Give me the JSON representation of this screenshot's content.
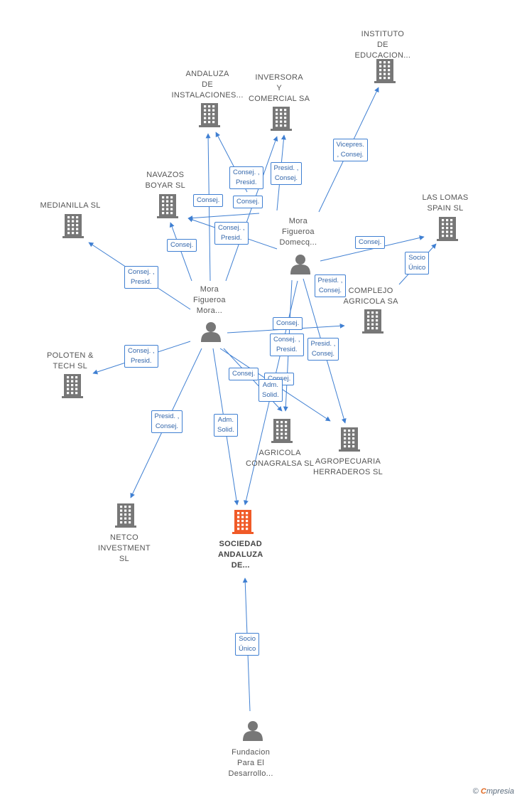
{
  "colors": {
    "edge": "#3f7fd2",
    "building": "#777777",
    "center": "#f05a28",
    "person": "#777777"
  },
  "nodes": [
    {
      "id": "instituto",
      "type": "building",
      "lines": [
        "INSTITUTO",
        "DE",
        "EDUCACION..."
      ],
      "label_pos": "above"
    },
    {
      "id": "andaluza-inst",
      "type": "building",
      "lines": [
        "ANDALUZA",
        "DE",
        "INSTALACIONES..."
      ],
      "label_pos": "above"
    },
    {
      "id": "inversora",
      "type": "building",
      "lines": [
        "INVERSORA",
        "Y",
        "COMERCIAL SA"
      ],
      "label_pos": "above"
    },
    {
      "id": "navazos",
      "type": "building",
      "lines": [
        "NAVAZOS",
        "BOYAR SL"
      ],
      "label_pos": "above"
    },
    {
      "id": "medianilla",
      "type": "building",
      "lines": [
        "MEDIANILLA SL"
      ],
      "label_pos": "above"
    },
    {
      "id": "las-lomas",
      "type": "building",
      "lines": [
        "LAS LOMAS",
        "SPAIN  SL"
      ],
      "label_pos": "above"
    },
    {
      "id": "complejo",
      "type": "building",
      "lines": [
        "COMPLEJO",
        "AGRICOLA SA"
      ],
      "label_pos": "above"
    },
    {
      "id": "poloten",
      "type": "building",
      "lines": [
        "POLOTEN &",
        "TECH  SL"
      ],
      "label_pos": "above"
    },
    {
      "id": "conagralsa",
      "type": "building",
      "lines": [
        "AGRICOLA",
        "CONAGRALSA SL"
      ],
      "label_pos": "below"
    },
    {
      "id": "herraderos",
      "type": "building",
      "lines": [
        "AGROPECUARIA",
        "HERRADEROS SL"
      ],
      "label_pos": "below"
    },
    {
      "id": "netco",
      "type": "building",
      "lines": [
        "NETCO",
        "INVESTMENT",
        "SL"
      ],
      "label_pos": "below"
    },
    {
      "id": "sociedad",
      "type": "center",
      "lines": [
        "SOCIEDAD",
        "ANDALUZA",
        "DE..."
      ],
      "label_pos": "below"
    },
    {
      "id": "mora-domecq",
      "type": "person",
      "lines": [
        "Mora",
        "Figueroa",
        "Domecq..."
      ],
      "label_pos": "above"
    },
    {
      "id": "mora-mora",
      "type": "person",
      "lines": [
        "Mora",
        "Figueroa",
        "Mora..."
      ],
      "label_pos": "above"
    },
    {
      "id": "fundacion",
      "type": "person",
      "lines": [
        "Fundacion",
        "Para El",
        "Desarrollo..."
      ],
      "label_pos": "below"
    }
  ],
  "edges": [
    {
      "label": [
        "Vicepres.",
        ", Consej."
      ]
    },
    {
      "label": [
        "Consej. ,",
        "Presid."
      ]
    },
    {
      "label": [
        "Presid. ,",
        "Consej."
      ]
    },
    {
      "label": [
        "Consej."
      ]
    },
    {
      "label": [
        "Consej."
      ]
    },
    {
      "label": [
        "Consej. ,",
        "Presid."
      ]
    },
    {
      "label": [
        "Consej."
      ]
    },
    {
      "label": [
        "Consej."
      ]
    },
    {
      "label": [
        "Socio",
        "Único"
      ]
    },
    {
      "label": [
        "Consej. ,",
        "Presid."
      ]
    },
    {
      "label": [
        "Presid. ,",
        "Consej."
      ]
    },
    {
      "label": [
        "Consej."
      ]
    },
    {
      "label": [
        "Consej. ,",
        "Presid."
      ]
    },
    {
      "label": [
        "Presid. ,",
        "Consej."
      ]
    },
    {
      "label": [
        "Consej. ,",
        "Presid."
      ]
    },
    {
      "label": [
        "Consej."
      ]
    },
    {
      "label": [
        "Consej."
      ]
    },
    {
      "label": [
        "Adm.",
        "Solid."
      ]
    },
    {
      "label": [
        "Presid. ,",
        "Consej."
      ]
    },
    {
      "label": [
        "Adm.",
        "Solid."
      ]
    },
    {
      "label": [
        "Socio",
        "Único"
      ]
    }
  ],
  "footer": {
    "copyright": "©",
    "brand_first": "C",
    "brand_rest": "mpresia"
  }
}
